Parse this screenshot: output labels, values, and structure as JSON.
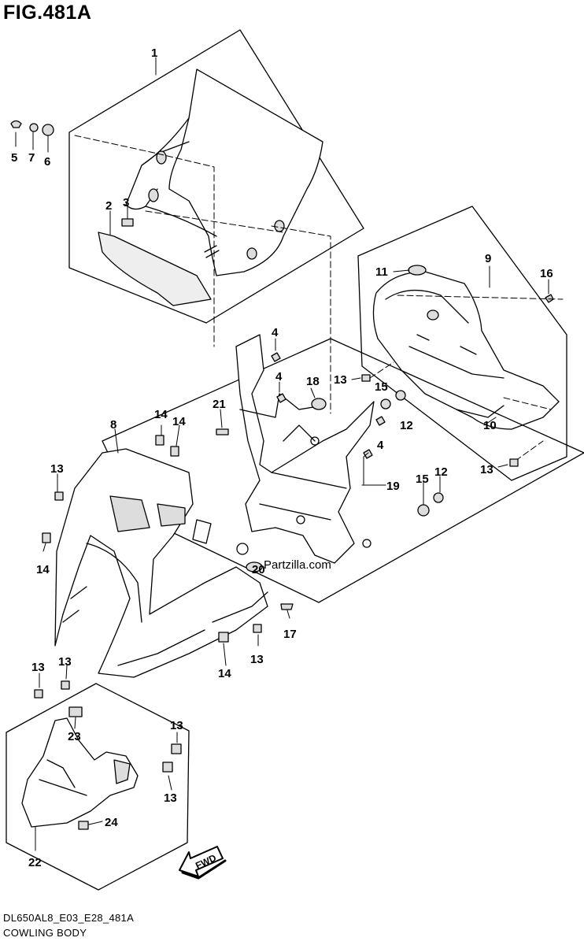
{
  "figure": {
    "title": "FIG.481A",
    "code": "DL650AL8_E03_E28_481A",
    "caption": "COWLING BODY",
    "watermark": "Partzilla.com",
    "fwd_label": "FWD"
  },
  "callouts": [
    "1",
    "2",
    "3",
    "5",
    "7",
    "6",
    "4",
    "4",
    "18",
    "21",
    "15",
    "12",
    "9",
    "11",
    "16",
    "13",
    "10",
    "14",
    "14",
    "8",
    "13",
    "14",
    "4",
    "19",
    "15",
    "12",
    "13",
    "20",
    "17",
    "13",
    "14",
    "13",
    "13",
    "23",
    "22",
    "13",
    "13",
    "24"
  ]
}
